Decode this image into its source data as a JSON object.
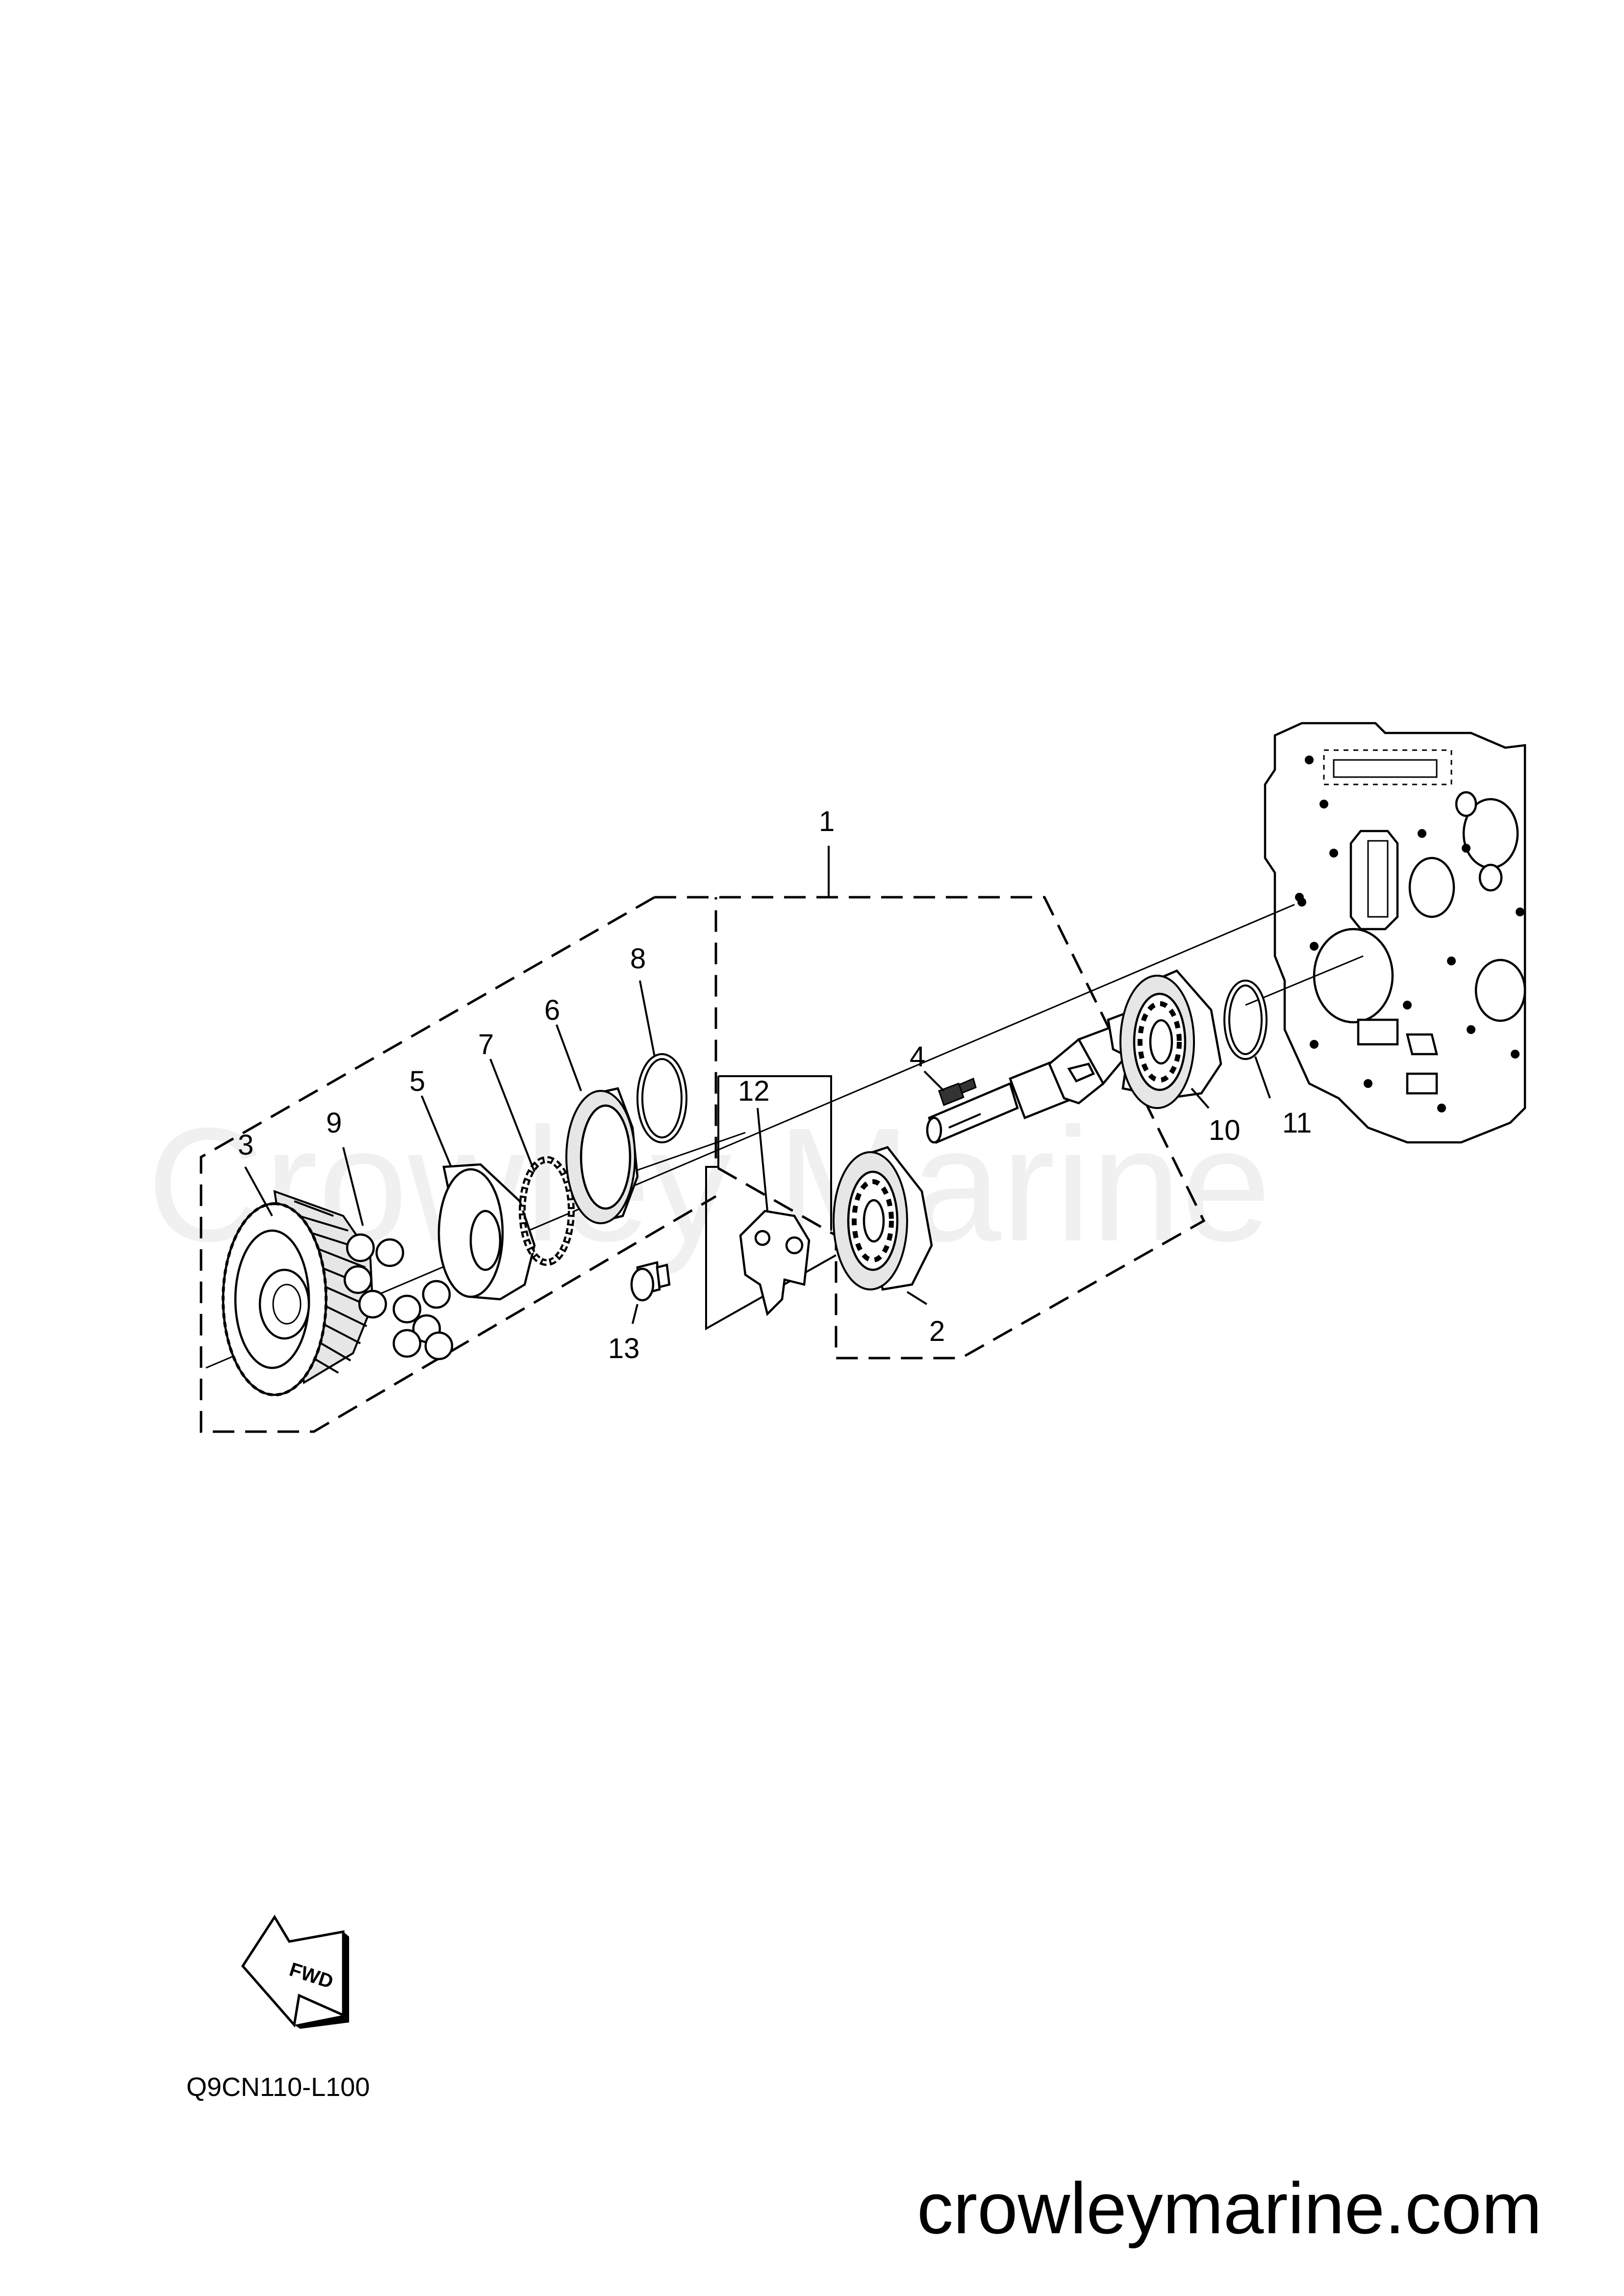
{
  "watermark": "Crowley Marine",
  "site_url": "crowleymarine.com",
  "diagram_code": "Q9CN110-L100",
  "fwd_label": "FWD",
  "callouts": [
    "1",
    "2",
    "3",
    "4",
    "5",
    "6",
    "7",
    "8",
    "9",
    "10",
    "11",
    "12",
    "13"
  ]
}
